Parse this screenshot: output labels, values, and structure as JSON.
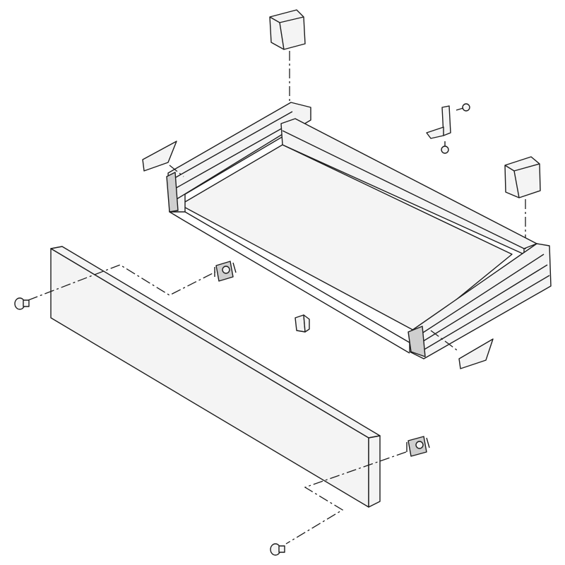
{
  "diagram": {
    "type": "exploded-assembly-drawing",
    "colors": {
      "line": "#1a1a1a",
      "background": "#ffffff",
      "fill": "#f4f4f4",
      "shade": "#cfcfcf"
    },
    "parts": [
      "drawer-box",
      "front-panel",
      "end-cap",
      "end-cap",
      "label-plate",
      "label-plate",
      "angle-bracket",
      "angle-bracket",
      "front-fixing-clip",
      "front-fixing-clip",
      "screw",
      "screw",
      "screw",
      "screw"
    ]
  }
}
